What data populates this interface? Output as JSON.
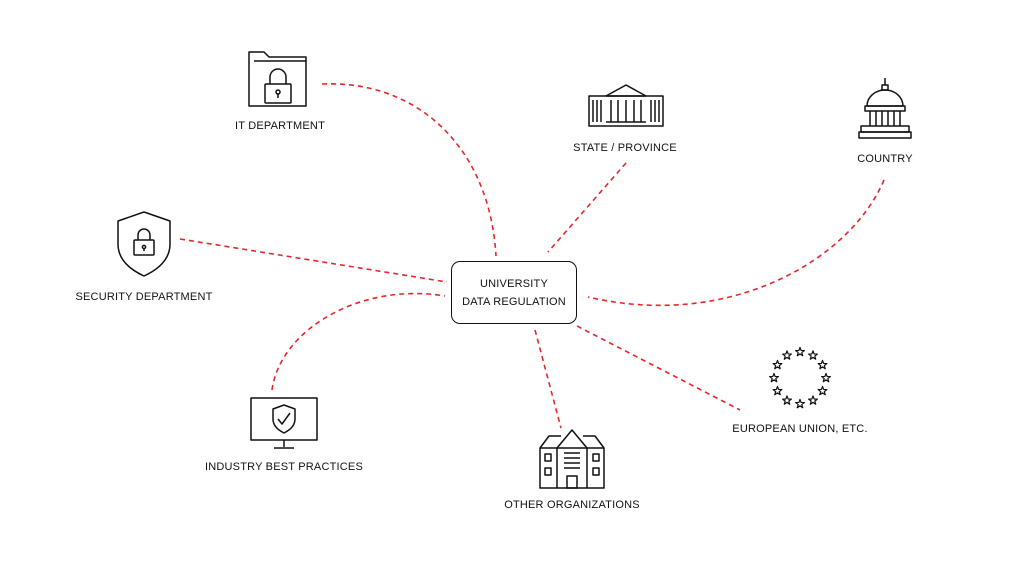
{
  "center": {
    "line1": "UNIVERSITY",
    "line2": "DATA REGULATION"
  },
  "nodes": [
    {
      "key": "it",
      "label": "IT DEPARTMENT",
      "icon": "folder-lock-icon"
    },
    {
      "key": "state",
      "label": "STATE / PROVINCE",
      "icon": "government-building-icon"
    },
    {
      "key": "country",
      "label": "COUNTRY",
      "icon": "capitol-dome-icon"
    },
    {
      "key": "security",
      "label": "SECURITY DEPARTMENT",
      "icon": "shield-lock-icon"
    },
    {
      "key": "industry",
      "label": "INDUSTRY BEST PRACTICES",
      "icon": "monitor-shield-icon"
    },
    {
      "key": "other",
      "label": "OTHER ORGANIZATIONS",
      "icon": "school-building-icon"
    },
    {
      "key": "eu",
      "label": "EUROPEAN UNION, ETC.",
      "icon": "eu-stars-icon"
    }
  ],
  "colors": {
    "connector": "#e8262b",
    "ink": "#111111",
    "background": "#ffffff"
  }
}
